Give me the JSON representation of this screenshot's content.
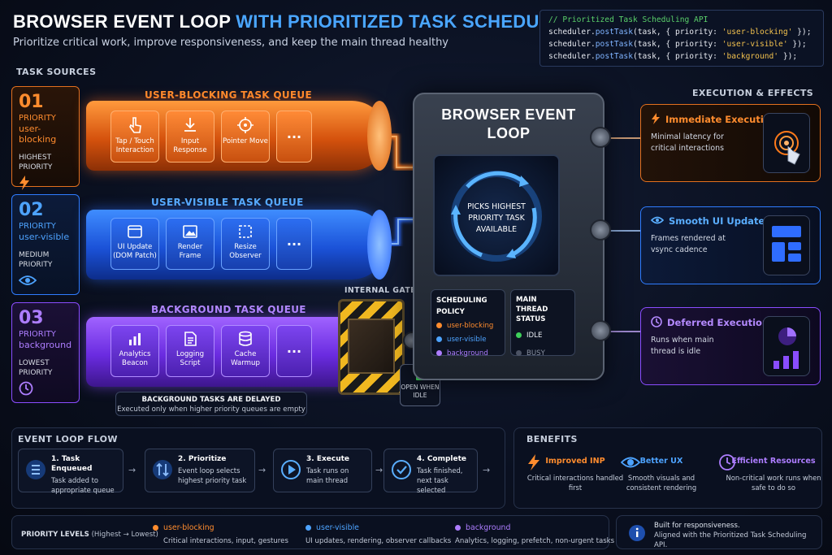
{
  "header": {
    "title_white": "BROWSER EVENT LOOP",
    "title_blue": "WITH PRIORITIZED TASK SCHEDULING API",
    "subtitle": "Prioritize critical work, improve responsiveness, and keep the main thread healthy"
  },
  "code": {
    "comment": "// Prioritized Task Scheduling API",
    "lines": [
      {
        "obj": "scheduler.",
        "fn": "postTask",
        "args": "(task, { priority: ",
        "str": "'user-blocking'",
        "end": " });"
      },
      {
        "obj": "scheduler.",
        "fn": "postTask",
        "args": "(task, { priority: ",
        "str": "'user-visible'",
        "end": " });"
      },
      {
        "obj": "scheduler.",
        "fn": "postTask",
        "args": "(task, { priority: ",
        "str": "'background'",
        "end": " });"
      }
    ]
  },
  "sources": {
    "heading": "TASK SOURCES",
    "queues": [
      {
        "num": "01",
        "priority_label": "PRIORITY",
        "priority_name": "user-blocking",
        "level": "HIGHEST PRIORITY",
        "icon": "lightning-icon",
        "queue_title": "USER-BLOCKING TASK QUEUE",
        "tasks": [
          {
            "icon": "touch-icon",
            "label": "Tap / Touch Interaction"
          },
          {
            "icon": "download-icon",
            "label": "Input Response"
          },
          {
            "icon": "crosshair-icon",
            "label": "Pointer Move"
          }
        ],
        "more": "...",
        "color": "#ff8c2e"
      },
      {
        "num": "02",
        "priority_label": "PRIORITY",
        "priority_name": "user-visible",
        "level": "MEDIUM PRIORITY",
        "icon": "eye-icon",
        "queue_title": "USER-VISIBLE TASK QUEUE",
        "tasks": [
          {
            "icon": "window-icon",
            "label": "UI Update (DOM Patch)"
          },
          {
            "icon": "image-icon",
            "label": "Render Frame"
          },
          {
            "icon": "resize-icon",
            "label": "Resize Observer"
          }
        ],
        "more": "...",
        "color": "#4da3ff"
      },
      {
        "num": "03",
        "priority_label": "PRIORITY",
        "priority_name": "background",
        "level": "LOWEST PRIORITY",
        "icon": "clock-icon",
        "queue_title": "BACKGROUND TASK QUEUE",
        "tasks": [
          {
            "icon": "bar-chart-icon",
            "label": "Analytics Beacon"
          },
          {
            "icon": "document-icon",
            "label": "Logging Script"
          },
          {
            "icon": "database-icon",
            "label": "Cache Warmup"
          }
        ],
        "more": "...",
        "color": "#ad7dff"
      }
    ],
    "delayed_title": "BACKGROUND TASKS ARE DELAYED",
    "delayed_body": "Executed only when higher priority queues are empty"
  },
  "gate": {
    "label": "INTERNAL GATE",
    "lock_text": "OPEN WHEN IDLE"
  },
  "machine": {
    "title": "BROWSER EVENT LOOP",
    "screen_text": "PICKS HIGHEST PRIORITY TASK AVAILABLE",
    "policy_title": "SCHEDULING POLICY",
    "policy_items": [
      {
        "label": "user-blocking",
        "color": "#ff8c2e"
      },
      {
        "label": "user-visible",
        "color": "#4da3ff"
      },
      {
        "label": "background",
        "color": "#ad7dff"
      }
    ],
    "status_title": "MAIN THREAD STATUS",
    "status_items": [
      {
        "label": "IDLE",
        "color": "#3ecf5a"
      },
      {
        "label": "BUSY",
        "color": "#4b5263"
      }
    ]
  },
  "effects": {
    "heading": "EXECUTION & EFFECTS",
    "cards": [
      {
        "icon": "lightning-icon",
        "title": "Immediate Execution",
        "body": "Minimal latency for critical interactions"
      },
      {
        "icon": "eye-icon",
        "title": "Smooth UI Updates",
        "body": "Frames rendered at vsync cadence"
      },
      {
        "icon": "clock-icon",
        "title": "Deferred Execution",
        "body": "Runs when main thread is idle"
      }
    ]
  },
  "flow": {
    "heading": "EVENT LOOP FLOW",
    "steps": [
      {
        "icon": "list-icon",
        "title": "1. Task Enqueued",
        "body": "Task added to appropriate queue"
      },
      {
        "icon": "sort-icon",
        "title": "2. Prioritize",
        "body": "Event loop selects highest priority task"
      },
      {
        "icon": "play-icon",
        "title": "3. Execute",
        "body": "Task runs on main thread"
      },
      {
        "icon": "check-icon",
        "title": "4. Complete",
        "body": "Task finished, next task selected"
      }
    ]
  },
  "benefits": {
    "heading": "BENEFITS",
    "items": [
      {
        "icon": "lightning-icon",
        "title": "Improved INP",
        "body": "Critical interactions handled first",
        "color": "#ff8c2e"
      },
      {
        "icon": "eye-icon",
        "title": "Better UX",
        "body": "Smooth visuals and consistent rendering",
        "color": "#4da3ff"
      },
      {
        "icon": "clock-icon",
        "title": "Efficient Resources",
        "body": "Non-critical work runs when safe to do so",
        "color": "#ad7dff"
      }
    ]
  },
  "levels": {
    "heading": "PRIORITY LEVELS",
    "heading_note": "(Highest → Lowest)",
    "items": [
      {
        "name": "user-blocking",
        "desc": "Critical interactions, input, gestures",
        "color": "#ff8c2e"
      },
      {
        "name": "user-visible",
        "desc": "UI updates, rendering, observer callbacks",
        "color": "#4da3ff"
      },
      {
        "name": "background",
        "desc": "Analytics, logging, prefetch, non-urgent tasks",
        "color": "#ad7dff"
      }
    ]
  },
  "note": {
    "icon": "info-icon",
    "line1": "Built for responsiveness.",
    "line2": "Aligned with the Prioritized Task Scheduling API."
  }
}
